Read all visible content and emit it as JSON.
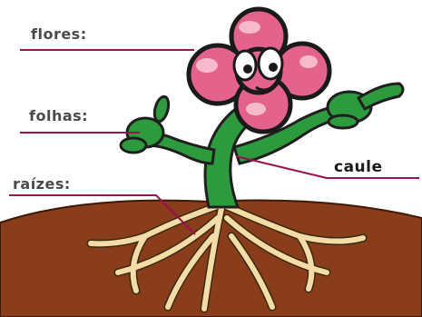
{
  "labels": {
    "flores": "flores:",
    "folhas": "folhas:",
    "raizes": "raízes:",
    "caule": "caule"
  },
  "colors": {
    "soil": "#8a3d1a",
    "stem": "#2e9a3e",
    "petal": "#e3638c",
    "roots": "#f4dca8",
    "leader_line": "#9a1050"
  },
  "icons": [
    "cartoon-flower",
    "eyes",
    "leaf-hand",
    "roots",
    "soil"
  ]
}
